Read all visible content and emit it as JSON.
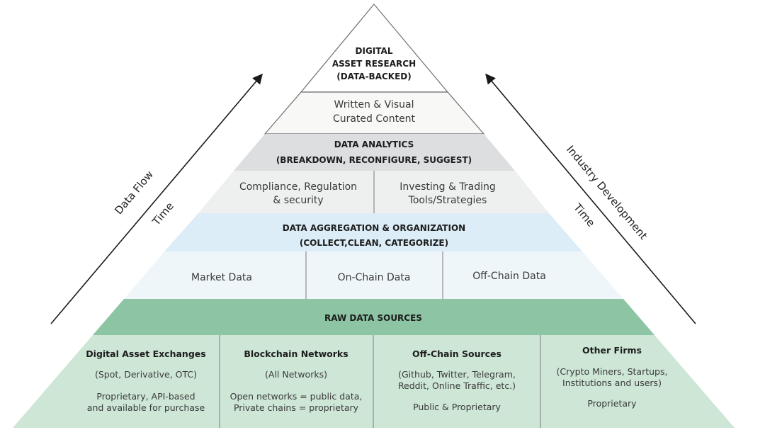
{
  "colors": {
    "top_fill": "#ffffff",
    "content_fill": "#f8f8f6",
    "analytics_fill": "#dcdedf",
    "analytics_sub_fill": "#eeefef",
    "aggregation_fill": "#dcedf7",
    "aggregation_sub_fill": "#eef6fa",
    "raw_header_fill": "#8cc4a4",
    "raw_sub_fill": "#cde6d6",
    "outline": "#6f6f6f",
    "arrow": "#1a1a1a"
  },
  "pyramid": {
    "apex": {
      "lines": [
        "DIGITAL",
        "ASSET RESEARCH",
        "(DATA-BACKED)"
      ]
    },
    "content": {
      "lines": [
        "Written & Visual",
        "Curated Content"
      ]
    },
    "analytics": {
      "title": "DATA ANALYTICS",
      "subtitle": "(BREAKDOWN, RECONFIGURE, SUGGEST)",
      "cells": [
        {
          "lines": [
            "Compliance, Regulation",
            "& security"
          ]
        },
        {
          "lines": [
            "Investing & Trading",
            "Tools/Strategies"
          ]
        }
      ]
    },
    "aggregation": {
      "title": "DATA AGGREGATION & ORGANIZATION",
      "subtitle": "(COLLECT,CLEAN, CATEGORIZE)",
      "cells": [
        {
          "lines": [
            "Market Data"
          ]
        },
        {
          "lines": [
            "On-Chain Data"
          ]
        },
        {
          "lines": [
            "Off-Chain Data"
          ]
        }
      ]
    },
    "raw": {
      "title": "RAW DATA SOURCES",
      "cells": [
        {
          "title": "Digital Asset Exchanges",
          "lines": [
            "(Spot, Derivative, OTC)",
            "",
            "Proprietary, API-based",
            "and available for purchase"
          ]
        },
        {
          "title": "Blockchain Networks",
          "lines": [
            "(All Networks)",
            "",
            "Open networks = public data,",
            "Private chains = proprietary"
          ]
        },
        {
          "title": "Off-Chain Sources",
          "lines": [
            "(Github, Twitter, Telegram,",
            "Reddit,  Online Traffic,  etc.)",
            "",
            "Public & Proprietary"
          ]
        },
        {
          "title": "Other Firms",
          "lines": [
            "(Crypto Miners, Startups,",
            "Institutions and users)",
            "",
            "Proprietary"
          ]
        }
      ]
    }
  },
  "side_labels": {
    "left_main": "Data Flow",
    "left_sub": "Time",
    "right_main": "Industry Development",
    "right_sub": "Time"
  }
}
